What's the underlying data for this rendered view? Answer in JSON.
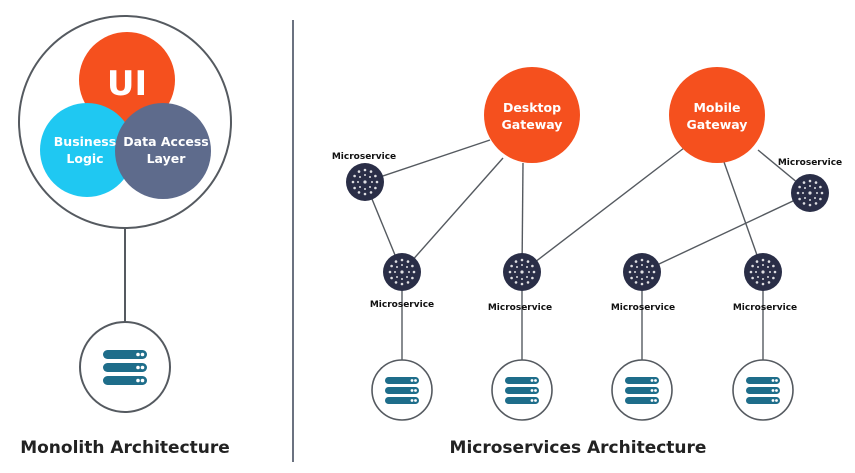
{
  "monolith": {
    "ui": "UI",
    "business_logic": [
      "Business",
      "Logic"
    ],
    "data_access": [
      "Data Access",
      "Layer"
    ],
    "title": "Monolith Architecture"
  },
  "microservices": {
    "desktop_gateway": [
      "Desktop",
      "Gateway"
    ],
    "mobile_gateway": [
      "Mobile",
      "Gateway"
    ],
    "service_label": "Microservice",
    "title": "Microservices Architecture"
  },
  "colors": {
    "orange": "#F5501E",
    "cyan": "#1FC8F2",
    "slate": "#5E6B8C",
    "navy": "#2A2E47",
    "teal": "#1E6D8A",
    "line": "#555a60"
  }
}
